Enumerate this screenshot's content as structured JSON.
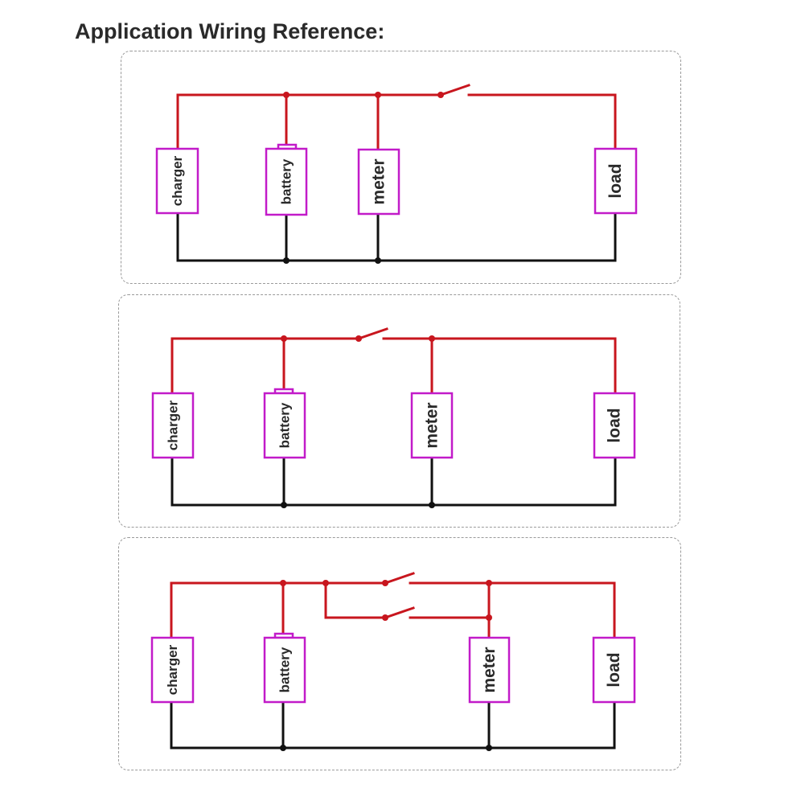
{
  "title": "Application Wiring Reference:",
  "labels": {
    "charger": "charger",
    "battery": "battery",
    "meter": "meter",
    "load": "load"
  },
  "colors": {
    "positive_wire": "#c8161e",
    "negative_wire": "#111111",
    "component_border": "#c21bc9",
    "panel_border": "#9a9a9a",
    "label": "#2a2a2a"
  },
  "diagrams": [
    {
      "id": "config-1",
      "components": [
        "charger",
        "battery",
        "meter",
        "load"
      ],
      "switches": 1
    },
    {
      "id": "config-2",
      "components": [
        "charger",
        "battery",
        "meter",
        "load"
      ],
      "switches": 1
    },
    {
      "id": "config-3",
      "components": [
        "charger",
        "battery",
        "meter",
        "load"
      ],
      "switches": 2
    }
  ]
}
